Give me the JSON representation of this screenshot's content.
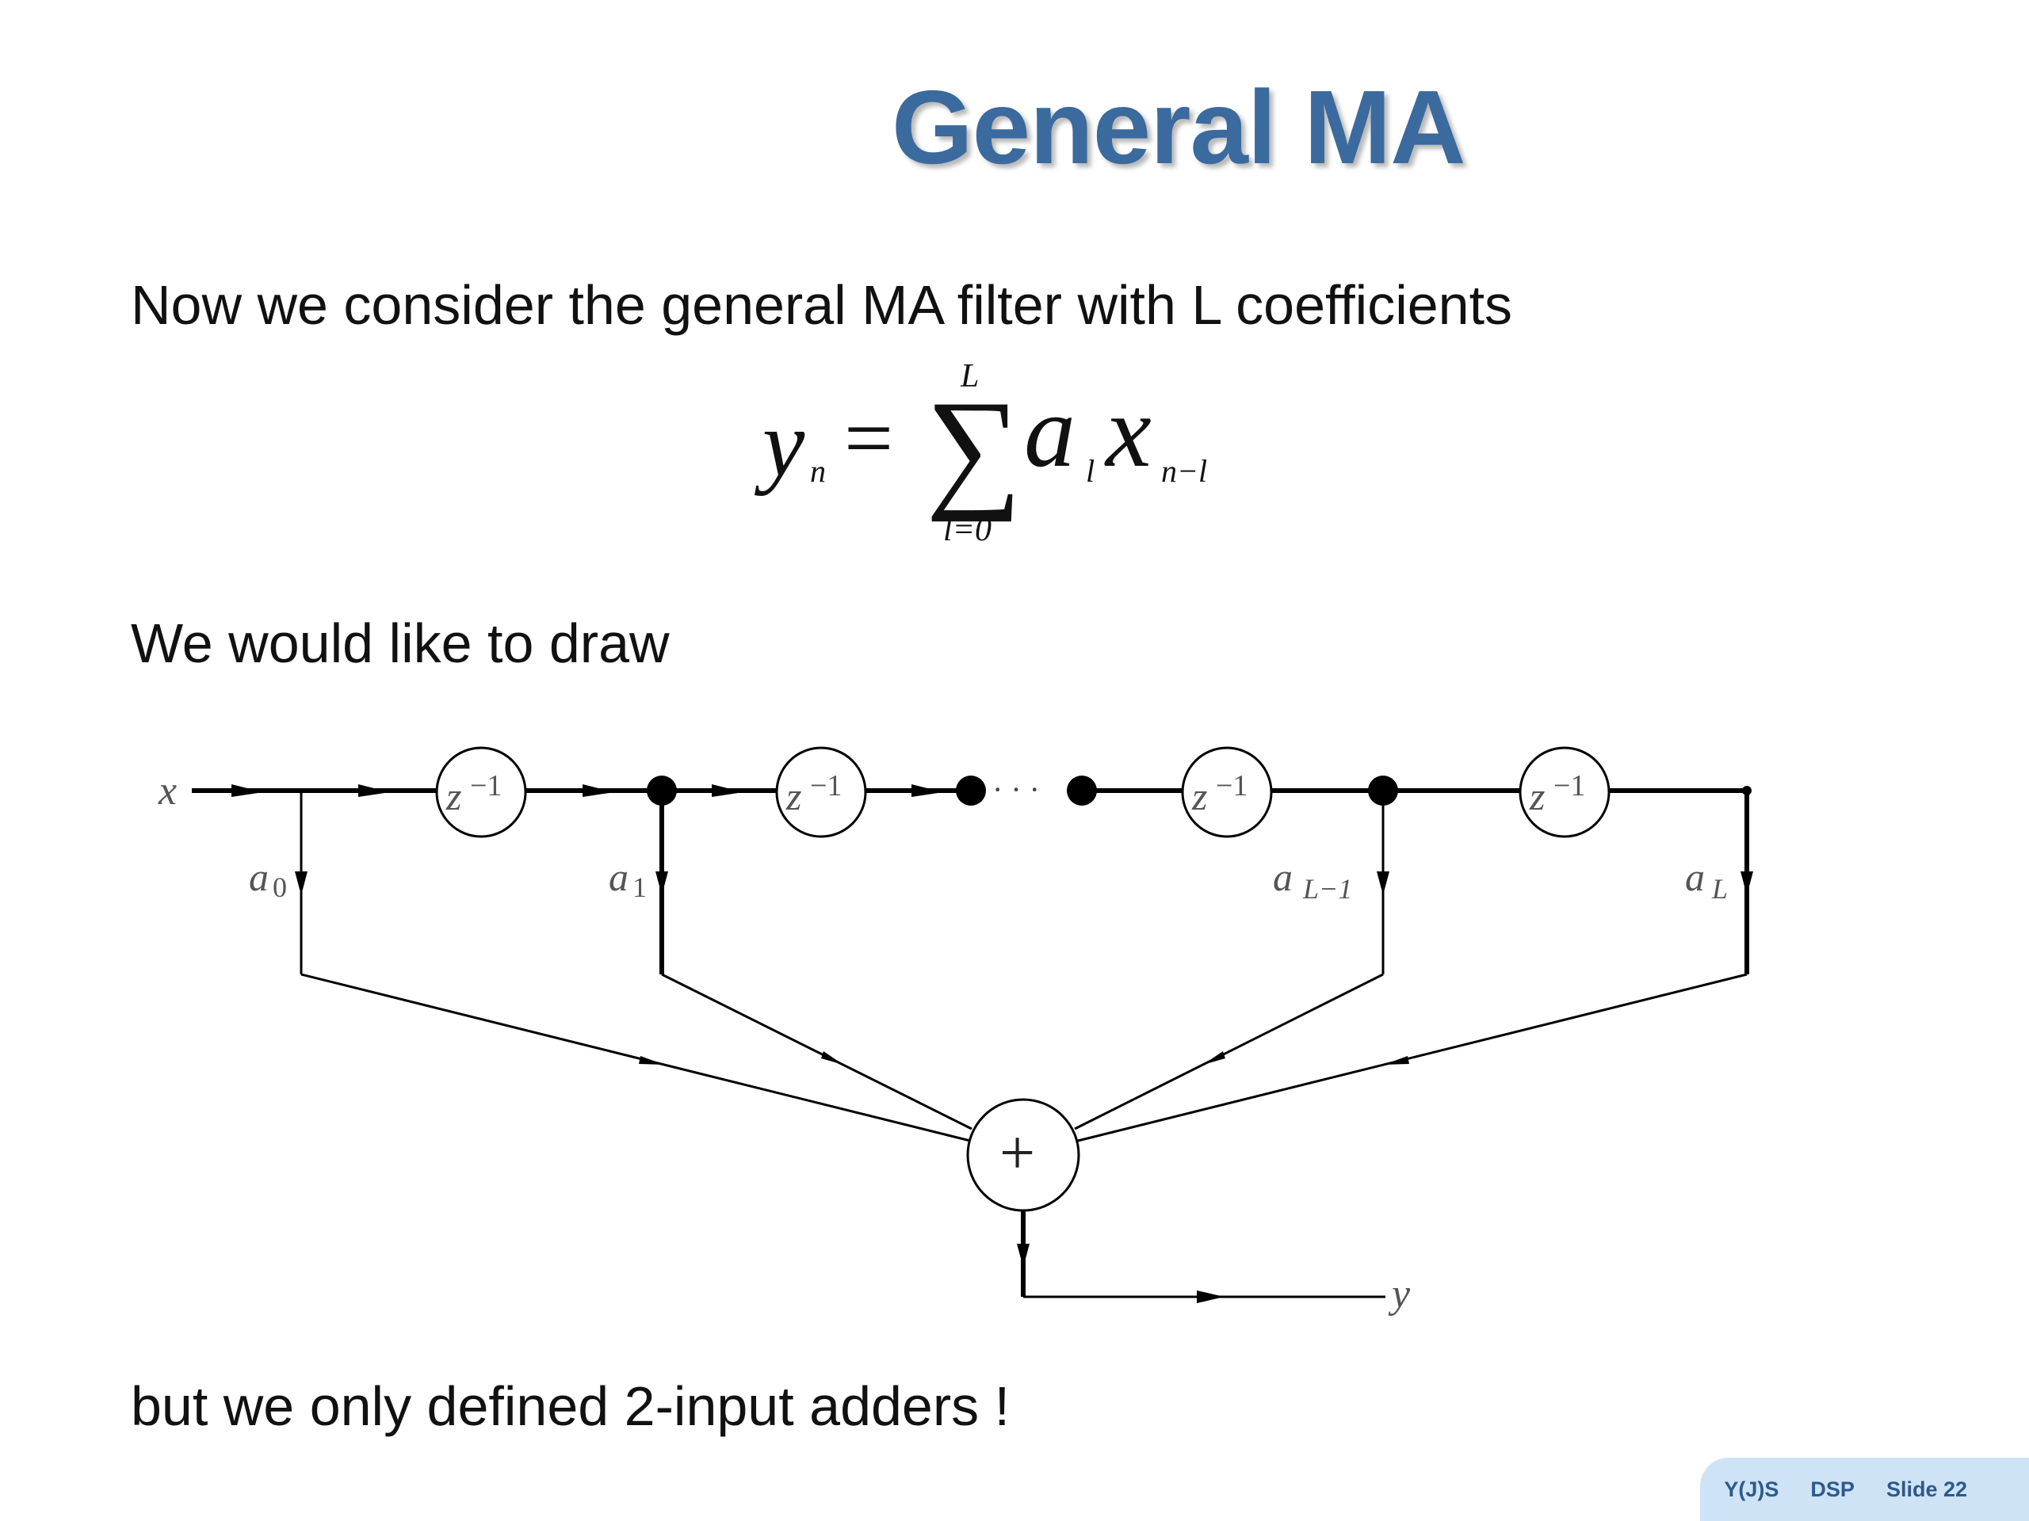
{
  "slide": {
    "title": "General MA",
    "line_1": "Now we consider the general MA filter with L coefficients",
    "line_2": "We would like to draw",
    "line_3": "but we only defined 2-input adders !"
  },
  "formula": {
    "lhs": "y",
    "lhs_sub": "n",
    "equals": "=",
    "sum_symbol": "∑",
    "sum_upper": "L",
    "sum_lower": "l=0",
    "term_a": "a",
    "term_a_sub": "l",
    "term_x": "x",
    "term_x_sub": "n−l"
  },
  "diagram": {
    "input_label": "x",
    "output_label": "y",
    "delay_label_base": "z",
    "delay_label_exp": "−1",
    "adder_symbol": "+",
    "ellipsis": "· · ·",
    "coefficients": [
      {
        "base": "a",
        "sub": "0"
      },
      {
        "base": "a",
        "sub": "1"
      },
      {
        "base": "a",
        "sub": "L−1"
      },
      {
        "base": "a",
        "sub": "L"
      }
    ]
  },
  "footer": {
    "author": "Y(J)S",
    "course": "DSP",
    "slide_number": "Slide 22"
  },
  "colors": {
    "title": "#3a6a9e",
    "footer_bg": "#cfe3f6",
    "footer_text": "#2d5a8a"
  }
}
